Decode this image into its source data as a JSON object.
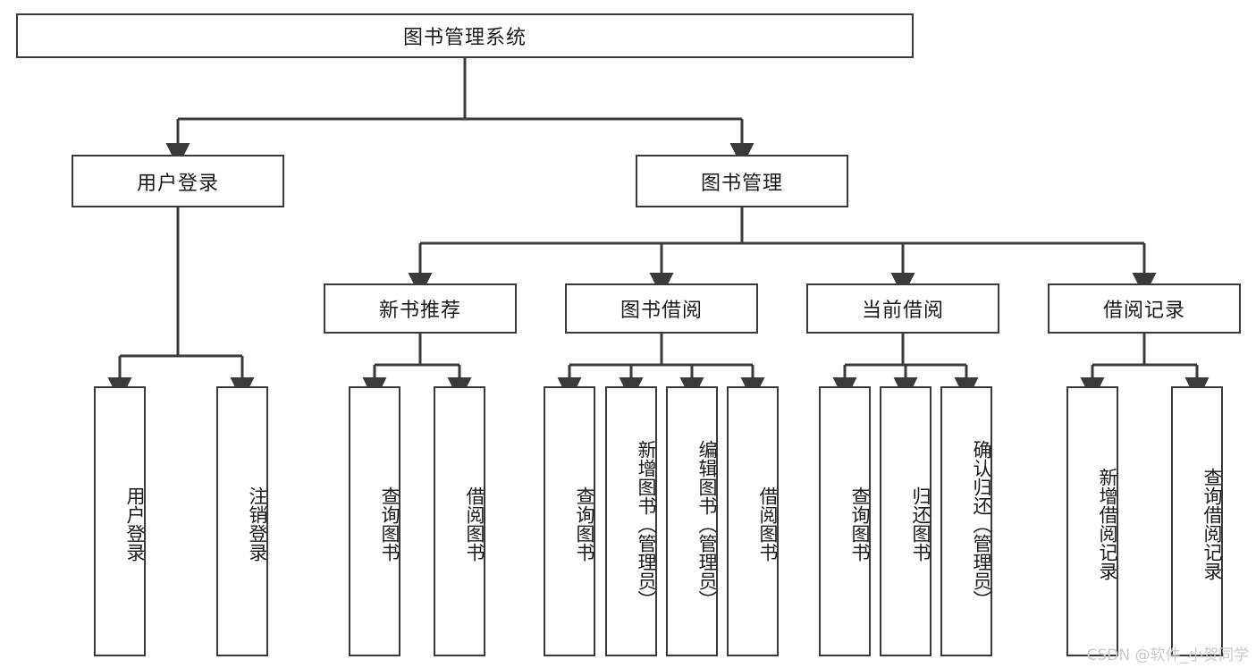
{
  "diagram": {
    "title": "图书管理系统",
    "type": "tree-hierarchy",
    "levels": 4,
    "colors": {
      "stroke": "#3a3a3a",
      "fill": "#ffffff",
      "text": "#1a1a1a",
      "watermark": "#c9c9c9"
    },
    "root": {
      "label": "图书管理系统"
    },
    "level2": [
      {
        "label": "用户登录"
      },
      {
        "label": "图书管理"
      }
    ],
    "level3": [
      {
        "label": "新书推荐"
      },
      {
        "label": "图书借阅"
      },
      {
        "label": "当前借阅"
      },
      {
        "label": "借阅记录"
      }
    ],
    "leaves": {
      "user_login": [
        {
          "label": "用户登录"
        },
        {
          "label": "注销登录"
        }
      ],
      "new_book_recommend": [
        {
          "label": "查询图书"
        },
        {
          "label": "借阅图书"
        }
      ],
      "book_borrow": [
        {
          "label": "查询图书"
        },
        {
          "label": "新增图书（管理员）"
        },
        {
          "label": "编辑图书（管理员）"
        },
        {
          "label": "借阅图书"
        }
      ],
      "current_borrow": [
        {
          "label": "查询图书"
        },
        {
          "label": "归还图书"
        },
        {
          "label": "确认归还（管理员）"
        }
      ],
      "borrow_record": [
        {
          "label": "新增借阅记录"
        },
        {
          "label": "查询借阅记录"
        }
      ]
    }
  },
  "watermark": {
    "text": "CSDN @软件_小贺同学"
  }
}
